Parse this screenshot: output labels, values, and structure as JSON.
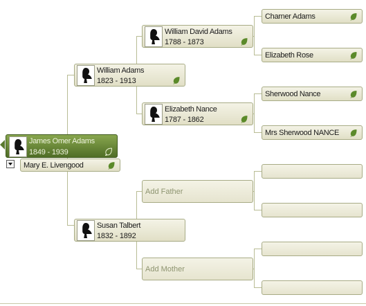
{
  "root": {
    "name": "James Omer Adams",
    "dates": "1849 - 1939",
    "spouse": "Mary E. Livengood"
  },
  "father": {
    "name": "William Adams",
    "dates": "1823 - 1913"
  },
  "mother": {
    "name": "Susan Talbert",
    "dates": "1832 - 1892"
  },
  "paternal_grandfather": {
    "name": "William David Adams",
    "dates": "1788 - 1873"
  },
  "paternal_grandmother": {
    "name": "Elizabeth Nance",
    "dates": "1787 - 1862"
  },
  "maternal_placeholders": {
    "add_father": "Add Father",
    "add_mother": "Add Mother"
  },
  "great_grandparents": [
    "Charner Adams",
    "Elizabeth Rose",
    "Sherwood Nance",
    "Mrs Sherwood NANCE"
  ],
  "colors": {
    "primary_card": "#5f7f2d",
    "card_border": "#a7ab85",
    "connector": "#b8bc94",
    "leaf": "#5b8a2a"
  },
  "icons": {
    "silhouette": "person-silhouette-icon",
    "hint": "leaf-icon",
    "nav_left": "arrow-left-icon",
    "menu": "chevron-down-icon"
  }
}
